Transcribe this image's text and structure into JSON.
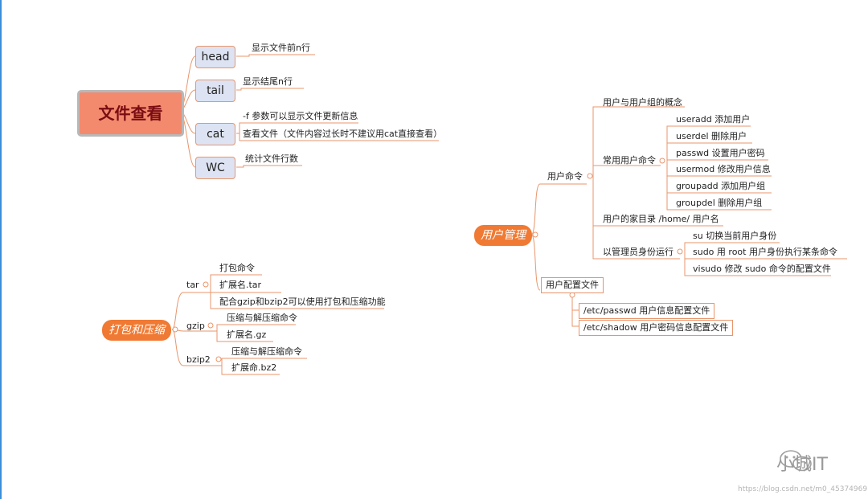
{
  "file_view": {
    "topic": "文件查看",
    "cmds": [
      {
        "name": "head",
        "desc": "显示文件前n行"
      },
      {
        "name": "tail",
        "desc": "显示结尾n行"
      },
      {
        "name": "cat",
        "desc1": "-f 参数可以显示文件更新信息",
        "desc2": "查看文件（文件内容过长时不建议用cat直接查看）"
      },
      {
        "name": "WC",
        "desc": "统计文件行数"
      }
    ]
  },
  "pack": {
    "topic": "打包和压缩",
    "groups": [
      {
        "name": "tar",
        "items": [
          "打包命令",
          "扩展名.tar",
          "配合gzip和bzip2可以使用打包和压缩功能"
        ]
      },
      {
        "name": "gzip",
        "items": [
          "压缩与解压缩命令",
          "扩展名.gz"
        ]
      },
      {
        "name": "bzip2",
        "items": [
          "压缩与解压缩命令",
          "扩展命.bz2"
        ]
      }
    ]
  },
  "user": {
    "topic": "用户管理",
    "cmd_branch": "用户命令",
    "concept": "用户与用户组的概念",
    "common": "常用用户命令",
    "common_items": [
      "useradd  添加用户",
      "userdel  删除用户",
      "passwd  设置用户密码",
      "usermod 修改用户信息",
      "groupadd  添加用户组",
      "groupdel   删除用户组"
    ],
    "home": "用户的家目录 /home/  用户名",
    "admin": "以管理员身份运行",
    "admin_items": [
      "su  切换当前用户身份",
      "sudo  用  root  用户身份执行某条命令",
      "visudo 修改 sudo 命令的配置文件"
    ],
    "config": "用户配置文件",
    "config_items": [
      "/etc/passwd 用户信息配置文件",
      "/etc/shadow  用户密码信息配置文件"
    ]
  },
  "watermark": {
    "text": "小城IT",
    "url": "https://blog.csdn.net/m0_45374969"
  },
  "colors": {
    "line": "#e8956b",
    "accent": "#f07a33",
    "cmd_bg": "#dde3f2",
    "main_bg": "#f38a6e"
  }
}
